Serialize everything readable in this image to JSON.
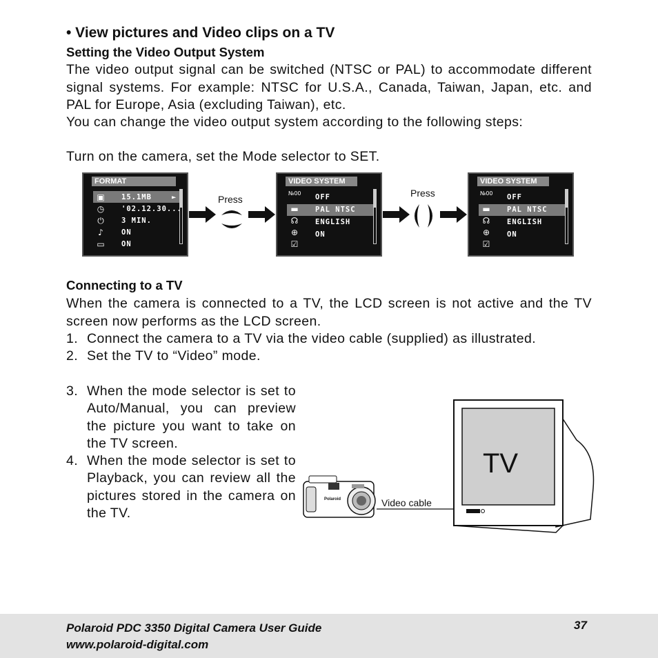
{
  "section_title": "• View pictures and Video clips on a TV",
  "video_output": {
    "heading": "Setting the Video Output System",
    "para1": "The video output signal can be switched (NTSC or PAL) to accommodate different signal systems. For example: NTSC for U.S.A., Canada, Taiwan, Japan, etc. and PAL for Europe, Asia (excluding Taiwan), etc.",
    "para2": "You can change the video output system according to the following steps:",
    "para3": "Turn on the camera, set the Mode selector to SET."
  },
  "screens": [
    {
      "tab": "FORMAT",
      "rows": [
        "15.1MB",
        "'02.12.30...",
        "3  MIN.",
        "ON",
        "ON"
      ],
      "arrow": "►"
    },
    {
      "tab": "VIDEO SYSTEM",
      "rows": [
        "OFF",
        "PAL  NTSC",
        "ENGLISH",
        "ON"
      ],
      "counter": "№00"
    },
    {
      "tab": "VIDEO SYSTEM",
      "rows": [
        "OFF",
        "PAL  NTSC",
        "ENGLISH",
        "ON"
      ],
      "counter": "№00"
    }
  ],
  "press_labels": [
    "Press",
    "Press"
  ],
  "connecting": {
    "heading": "Connecting to a TV",
    "intro": "When the camera is connected to a TV, the LCD screen is not active and the TV screen now performs as the LCD screen.",
    "steps": [
      {
        "num": "1.",
        "text": "Connect the camera to a TV via the video cable (supplied) as illustrated."
      },
      {
        "num": "2.",
        "text": "Set the TV to “Video” mode."
      },
      {
        "num": "3.",
        "text": "When the mode selector is set to Auto/Manual, you can preview the picture you want to take on the TV screen."
      },
      {
        "num": "4.",
        "text": "When the mode selector is set to Playback, you can review all the pictures stored in the camera on the TV."
      }
    ]
  },
  "illustration": {
    "tv_label": "TV",
    "cable_label": "Video cable",
    "camera_brand": "Polaroid"
  },
  "footer": {
    "guide_title": "Polaroid PDC 3350 Digital Camera User Guide",
    "website": "www.polaroid-digital.com",
    "page_number": "37"
  }
}
